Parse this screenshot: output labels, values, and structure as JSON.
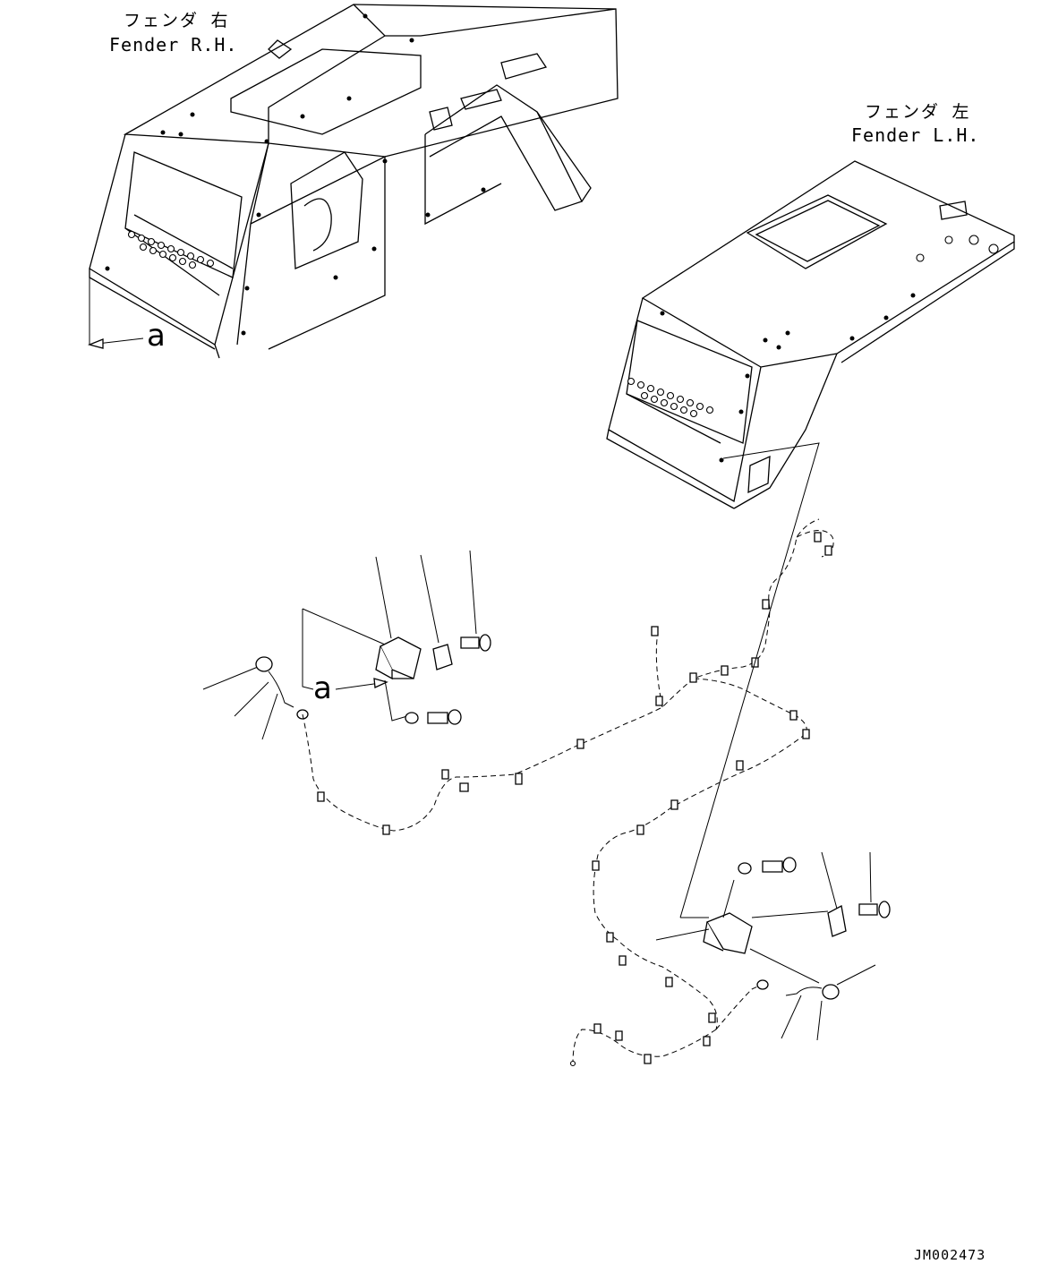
{
  "labels": {
    "fender_rh_jp": "フェンダ 右",
    "fender_rh_en": "Fender R.H.",
    "fender_lh_jp": "フェンダ 左",
    "fender_lh_en": "Fender L.H.",
    "callout_upper": "a",
    "callout_lower": "a",
    "drawing_code": "JM002473"
  }
}
